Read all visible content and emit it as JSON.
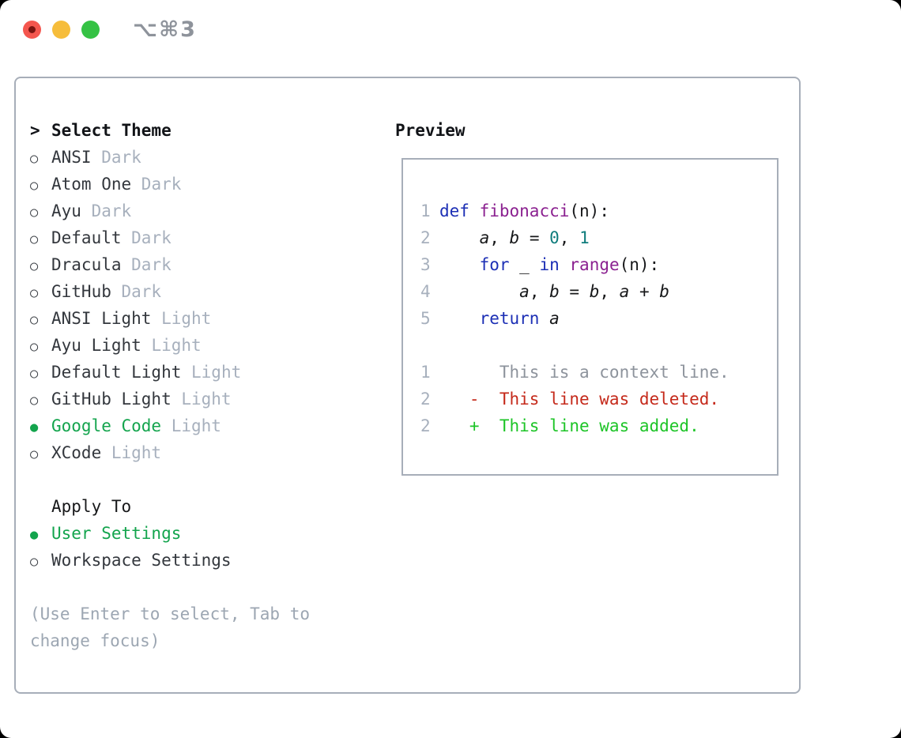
{
  "titlebar": {
    "shortcut": "⌥⌘3"
  },
  "glyphs": {
    "cursor": ">",
    "radio_off": "○",
    "radio_on": "●"
  },
  "select_theme": {
    "header": "Select Theme",
    "items": [
      {
        "name": "ANSI",
        "variant": "Dark",
        "selected": false
      },
      {
        "name": "Atom One",
        "variant": "Dark",
        "selected": false
      },
      {
        "name": "Ayu",
        "variant": "Dark",
        "selected": false
      },
      {
        "name": "Default",
        "variant": "Dark",
        "selected": false
      },
      {
        "name": "Dracula",
        "variant": "Dark",
        "selected": false
      },
      {
        "name": "GitHub",
        "variant": "Dark",
        "selected": false
      },
      {
        "name": "ANSI Light",
        "variant": "Light",
        "selected": false
      },
      {
        "name": "Ayu Light",
        "variant": "Light",
        "selected": false
      },
      {
        "name": "Default Light",
        "variant": "Light",
        "selected": false
      },
      {
        "name": "GitHub Light",
        "variant": "Light",
        "selected": false
      },
      {
        "name": "Google Code",
        "variant": "Light",
        "selected": true
      },
      {
        "name": "XCode",
        "variant": "Light",
        "selected": false
      }
    ]
  },
  "apply_to": {
    "header": "Apply To",
    "options": [
      {
        "label": "User Settings",
        "selected": true
      },
      {
        "label": "Workspace Settings",
        "selected": false
      }
    ]
  },
  "hint": "(Use Enter to select, Tab to change focus)",
  "preview": {
    "title": "Preview",
    "lines": [
      {
        "num": "1",
        "tokens": [
          [
            "def",
            "kw"
          ],
          [
            " ",
            "pl"
          ],
          [
            "fibonacci",
            "fn"
          ],
          [
            "(n):",
            "pl"
          ]
        ]
      },
      {
        "num": "2",
        "tokens": [
          [
            "    ",
            "pl"
          ],
          [
            "a",
            "var"
          ],
          [
            ", ",
            "pl"
          ],
          [
            "b",
            "var"
          ],
          [
            " = ",
            "pl"
          ],
          [
            "0",
            "num"
          ],
          [
            ", ",
            "pl"
          ],
          [
            "1",
            "num"
          ]
        ]
      },
      {
        "num": "3",
        "tokens": [
          [
            "    ",
            "pl"
          ],
          [
            "for",
            "kw"
          ],
          [
            " _ ",
            "pl"
          ],
          [
            "in",
            "kw"
          ],
          [
            " ",
            "pl"
          ],
          [
            "range",
            "fn"
          ],
          [
            "(n):",
            "pl"
          ]
        ]
      },
      {
        "num": "4",
        "tokens": [
          [
            "        ",
            "pl"
          ],
          [
            "a",
            "var"
          ],
          [
            ", ",
            "pl"
          ],
          [
            "b",
            "var"
          ],
          [
            " = ",
            "pl"
          ],
          [
            "b",
            "var"
          ],
          [
            ", ",
            "pl"
          ],
          [
            "a",
            "var"
          ],
          [
            " + ",
            "pl"
          ],
          [
            "b",
            "var"
          ]
        ]
      },
      {
        "num": "5",
        "tokens": [
          [
            "    ",
            "pl"
          ],
          [
            "return",
            "kw"
          ],
          [
            " ",
            "pl"
          ],
          [
            "a",
            "var"
          ]
        ]
      },
      {
        "num": "",
        "tokens": []
      },
      {
        "num": "1",
        "tokens": [
          [
            "      This is a context line.",
            "ctx"
          ]
        ]
      },
      {
        "num": "2",
        "tokens": [
          [
            "   -  This line was deleted.",
            "del"
          ]
        ]
      },
      {
        "num": "2",
        "tokens": [
          [
            "   +  This line was added.",
            "add"
          ]
        ]
      }
    ]
  },
  "colors": {
    "selection_green": "#13a44d",
    "added_green": "#1dc427",
    "deleted_red": "#c52a1b",
    "keyword_blue": "#1c2fb5",
    "function_purple": "#8b2190",
    "number_teal": "#0f7c7c",
    "muted_gray": "#a7b0bd",
    "border_gray": "#a7aeb9",
    "traffic_red": "#f4564e",
    "traffic_yellow": "#f6bd3b",
    "traffic_green": "#35c244"
  }
}
